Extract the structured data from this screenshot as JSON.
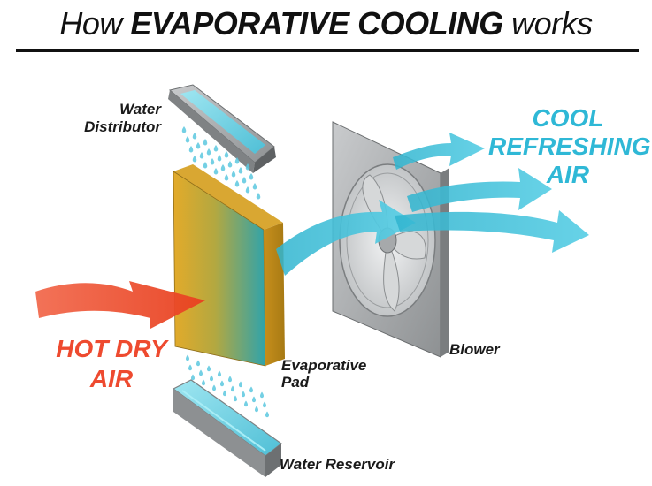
{
  "title": {
    "prefix": "How",
    "emphasis": "EVAPORATIVE COOLING",
    "suffix": "works"
  },
  "labels": {
    "water_distributor": [
      "Water",
      "Distributor"
    ],
    "evaporative_pad": [
      "Evaporative",
      "Pad"
    ],
    "water_reservoir": "Water Reservoir",
    "blower": "Blower",
    "hot_dry_air": [
      "HOT DRY",
      "AIR"
    ],
    "cool_refreshing_air": [
      "COOL",
      "REFRESHING",
      "AIR"
    ]
  },
  "colors": {
    "hot_air": "#ee4a2f",
    "cool_air": "#3ec3dc",
    "pad_yellow": "#e0a628",
    "pad_teal": "#3aa5a8",
    "water": "#7fd6e6",
    "metal": "#a9acae"
  }
}
